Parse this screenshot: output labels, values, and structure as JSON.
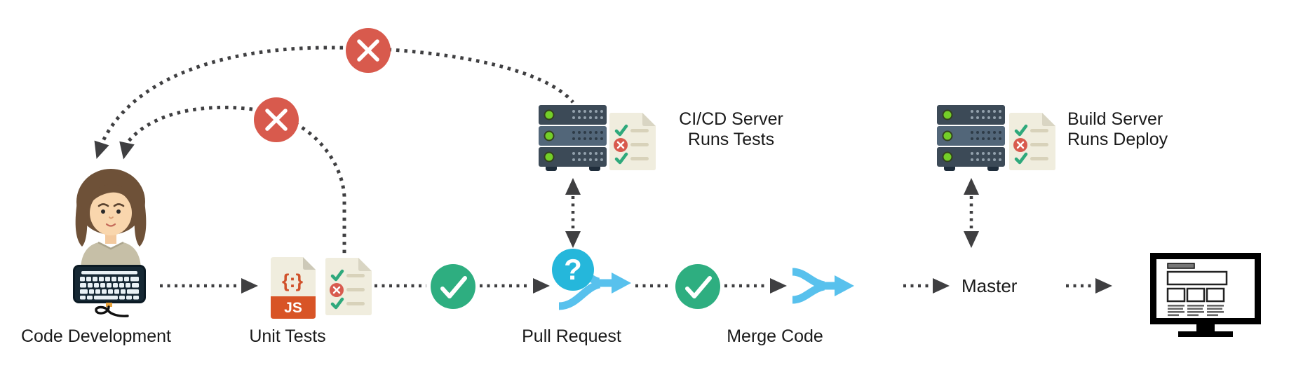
{
  "diagram": {
    "description": "CI/CD pipeline flow diagram",
    "nodes": {
      "code_development": {
        "label": "Code Development"
      },
      "unit_tests": {
        "label": "Unit Tests",
        "js_file_symbol": "{:}",
        "js_file_badge": "JS"
      },
      "pull_request": {
        "label": "Pull Request",
        "question_mark": "?"
      },
      "merge_code": {
        "label": "Merge Code"
      },
      "master": {
        "label": "Master"
      },
      "cicd_server": {
        "line1": "CI/CD Server",
        "line2": "Runs Tests"
      },
      "build_server": {
        "line1": "Build Server",
        "line2": "Runs Deploy"
      }
    },
    "colors": {
      "fail_badge": "#D85A4D",
      "success_badge": "#2EAE80",
      "branch_blue": "#58C1ED",
      "question_cyan": "#25B7DB",
      "arrow_gray": "#3F3F41",
      "server_dark": "#3C4A57",
      "server_light": "#526679",
      "led_green": "#74CF28",
      "document_cream": "#F0EDDE",
      "js_orange": "#D85426",
      "label_text": "#1A1A1A"
    },
    "icons": [
      "developer-avatar-icon",
      "keyboard-icon",
      "js-file-icon",
      "test-results-icon",
      "check-badge-icon",
      "fail-badge-icon",
      "question-badge-icon",
      "branch-merge-icon",
      "server-rack-icon",
      "monitor-icon",
      "dotted-arrow"
    ]
  }
}
